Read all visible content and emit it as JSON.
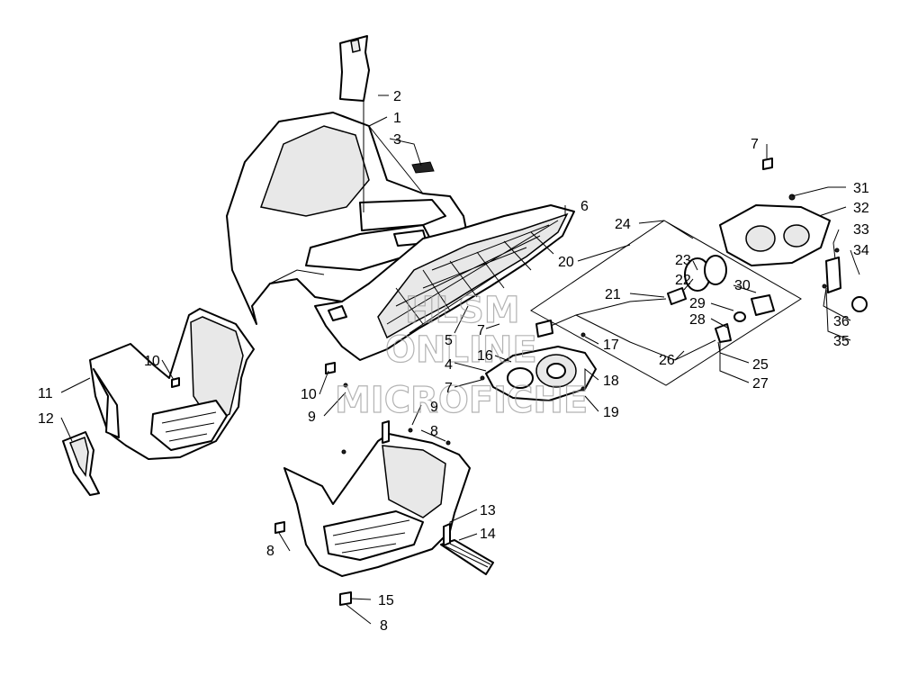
{
  "watermark": {
    "line1": "HLSM",
    "line2": "ONLINE",
    "line3": "MICROFICHE"
  },
  "callouts": [
    {
      "id": "c2",
      "label": "2"
    },
    {
      "id": "c1",
      "label": "1"
    },
    {
      "id": "c3",
      "label": "3"
    },
    {
      "id": "c6",
      "label": "6"
    },
    {
      "id": "c7a",
      "label": "7"
    },
    {
      "id": "c31",
      "label": "31"
    },
    {
      "id": "c32",
      "label": "32"
    },
    {
      "id": "c33",
      "label": "33"
    },
    {
      "id": "c34",
      "label": "34"
    },
    {
      "id": "c24",
      "label": "24"
    },
    {
      "id": "c20",
      "label": "20"
    },
    {
      "id": "c23",
      "label": "23"
    },
    {
      "id": "c22",
      "label": "22"
    },
    {
      "id": "c30",
      "label": "30"
    },
    {
      "id": "c21",
      "label": "21"
    },
    {
      "id": "c29",
      "label": "29"
    },
    {
      "id": "c28",
      "label": "28"
    },
    {
      "id": "c36",
      "label": "36"
    },
    {
      "id": "c35",
      "label": "35"
    },
    {
      "id": "c7b",
      "label": "7"
    },
    {
      "id": "c5",
      "label": "5"
    },
    {
      "id": "c16",
      "label": "16"
    },
    {
      "id": "c4",
      "label": "4"
    },
    {
      "id": "c7c",
      "label": "7"
    },
    {
      "id": "c17",
      "label": "17"
    },
    {
      "id": "c26",
      "label": "26"
    },
    {
      "id": "c25",
      "label": "25"
    },
    {
      "id": "c18",
      "label": "18"
    },
    {
      "id": "c27",
      "label": "27"
    },
    {
      "id": "c19",
      "label": "19"
    },
    {
      "id": "c10a",
      "label": "10"
    },
    {
      "id": "c10b",
      "label": "10"
    },
    {
      "id": "c11",
      "label": "11"
    },
    {
      "id": "c12",
      "label": "12"
    },
    {
      "id": "c9a",
      "label": "9"
    },
    {
      "id": "c9b",
      "label": "9"
    },
    {
      "id": "c8a",
      "label": "8"
    },
    {
      "id": "c13",
      "label": "13"
    },
    {
      "id": "c14",
      "label": "14"
    },
    {
      "id": "c8b",
      "label": "8"
    },
    {
      "id": "c15",
      "label": "15"
    },
    {
      "id": "c8c",
      "label": "8"
    }
  ]
}
